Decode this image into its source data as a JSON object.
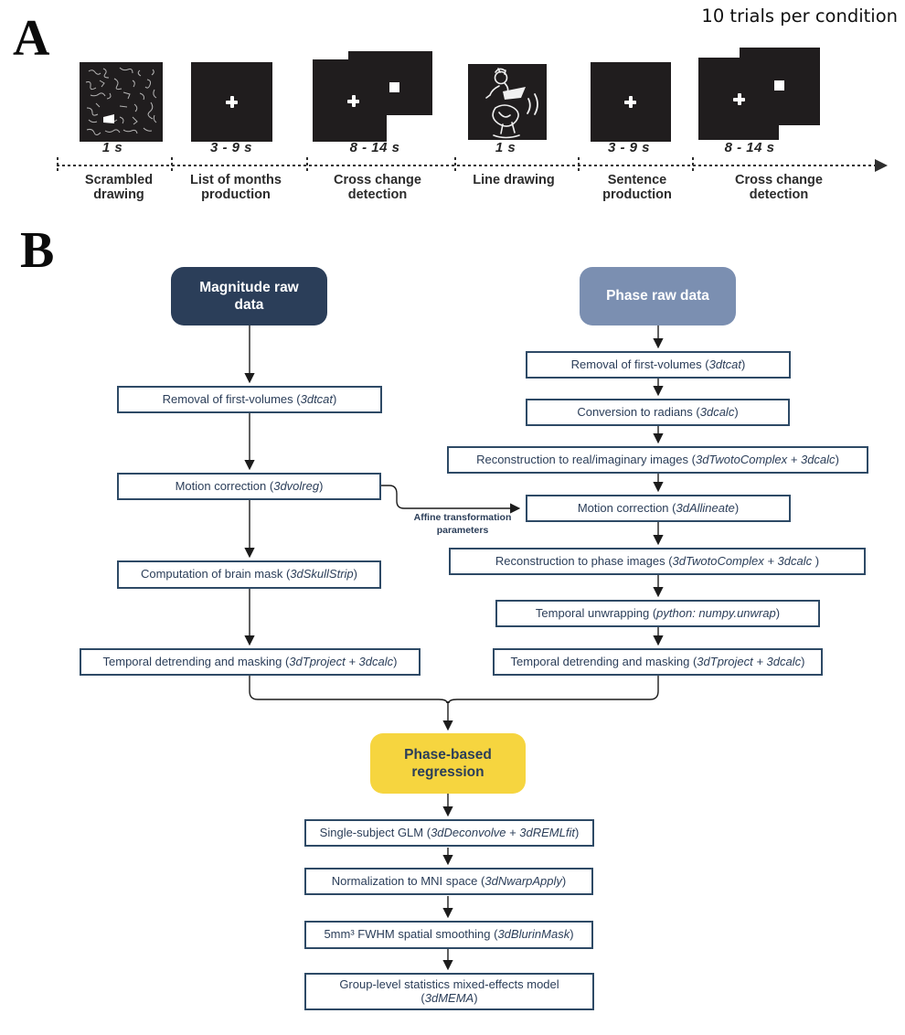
{
  "figure": {
    "panel_a": {
      "section_label": "A",
      "note": "10 trials per condition",
      "trials": [
        {
          "duration": "1 s",
          "label": "Scrambled\ndrawing"
        },
        {
          "duration": "3 - 9 s",
          "label": "List of months\nproduction"
        },
        {
          "duration": "8 - 14 s",
          "label": "Cross change\ndetection"
        },
        {
          "duration": "1 s",
          "label": "Line drawing"
        },
        {
          "duration": "3 - 9 s",
          "label": "Sentence\nproduction"
        },
        {
          "duration": "8 - 14 s",
          "label": "Cross change\ndetection"
        }
      ]
    },
    "panel_b": {
      "section_label": "B",
      "headers": {
        "magnitude": "Magnitude raw\ndata",
        "phase": "Phase raw data",
        "regression": "Phase-based\nregression"
      },
      "affine_note": "Affine transformation\nparameters",
      "nodes": {
        "removal_left": {
          "prefix": "Removal of first-volumes (",
          "cmd": "3dtcat",
          "suffix": ")"
        },
        "motion_left": {
          "prefix": "Motion correction (",
          "cmd": "3dvolreg",
          "suffix": ")"
        },
        "brain_mask": {
          "prefix": "Computation of brain mask (",
          "cmd": "3dSkullStrip",
          "suffix": ")"
        },
        "detrend_left": {
          "prefix": "Temporal detrending and masking (",
          "cmd": "3dTproject + 3dcalc",
          "suffix": ")"
        },
        "removal_right": {
          "prefix": "Removal of first-volumes (",
          "cmd": "3dtcat",
          "suffix": ")"
        },
        "radians": {
          "prefix": "Conversion to radians (",
          "cmd": "3dcalc",
          "suffix": ")"
        },
        "recon_real": {
          "prefix": "Reconstruction to real/imaginary images (",
          "cmd": "3dTwotoComplex + 3dcalc",
          "suffix": ")"
        },
        "motion_right": {
          "prefix": "Motion correction (",
          "cmd": "3dAllineate",
          "suffix": ")"
        },
        "recon_phase": {
          "prefix": "Reconstruction to phase images (",
          "cmd": "3dTwotoComplex + 3dcalc ",
          "suffix": ")"
        },
        "unwrap": {
          "prefix": "Temporal unwrapping (",
          "cmd": "python: numpy.unwrap",
          "suffix": ")"
        },
        "detrend_right": {
          "prefix": "Temporal detrending and masking (",
          "cmd": "3dTproject + 3dcalc",
          "suffix": ")"
        },
        "glm": {
          "prefix": "Single-subject GLM (",
          "cmd": "3dDeconvolve + 3dREMLfit",
          "suffix": ")"
        },
        "mni": {
          "prefix": "Normalization to MNI space (",
          "cmd": "3dNwarpApply",
          "suffix": ")"
        },
        "smoothing": {
          "prefix": "5mm³ FWHM spatial smoothing (",
          "cmd": "3dBlurinMask",
          "suffix": ")"
        },
        "group_stats": {
          "prefix": "Group-level statistics mixed-effects model\n(",
          "cmd": "3dMEMA",
          "suffix": ")"
        }
      },
      "colors": {
        "navy": "#2b3e59",
        "slate": "#7b8fb1",
        "yellow": "#f6d53f",
        "box-border": "#2e4a66",
        "box-text": "#2b3e59",
        "arrow": "#1c1c1c"
      }
    }
  }
}
